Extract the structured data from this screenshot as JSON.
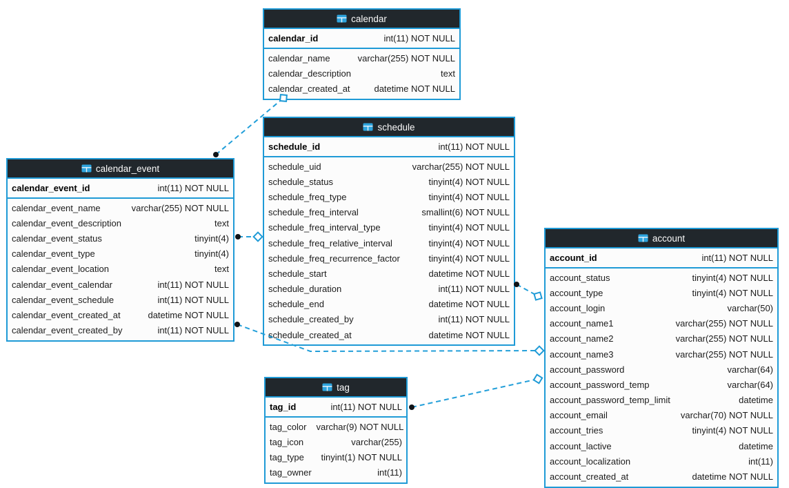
{
  "diagram": {
    "colors": {
      "table_border": "#1e9ad6",
      "header_bg": "#21272c",
      "header_text": "#fafafa",
      "row_bg": "#fcfcfc",
      "relation_line": "#239fd9",
      "icon_blue": "#2ea4de"
    },
    "tables": [
      {
        "name": "calendar",
        "primary_key": {
          "name": "calendar_id",
          "type": "int(11) NOT NULL"
        },
        "columns": [
          {
            "name": "calendar_name",
            "type": "varchar(255) NOT NULL"
          },
          {
            "name": "calendar_description",
            "type": "text"
          },
          {
            "name": "calendar_created_at",
            "type": "datetime NOT NULL"
          }
        ]
      },
      {
        "name": "schedule",
        "primary_key": {
          "name": "schedule_id",
          "type": "int(11) NOT NULL"
        },
        "columns": [
          {
            "name": "schedule_uid",
            "type": "varchar(255) NOT NULL"
          },
          {
            "name": "schedule_status",
            "type": "tinyint(4) NOT NULL"
          },
          {
            "name": "schedule_freq_type",
            "type": "tinyint(4) NOT NULL"
          },
          {
            "name": "schedule_freq_interval",
            "type": "smallint(6) NOT NULL"
          },
          {
            "name": "schedule_freq_interval_type",
            "type": "tinyint(4) NOT NULL"
          },
          {
            "name": "schedule_freq_relative_interval",
            "type": "tinyint(4) NOT NULL"
          },
          {
            "name": "schedule_freq_recurrence_factor",
            "type": "tinyint(4) NOT NULL"
          },
          {
            "name": "schedule_start",
            "type": "datetime NOT NULL"
          },
          {
            "name": "schedule_duration",
            "type": "int(11) NOT NULL"
          },
          {
            "name": "schedule_end",
            "type": "datetime NOT NULL"
          },
          {
            "name": "schedule_created_by",
            "type": "int(11) NOT NULL"
          },
          {
            "name": "schedule_created_at",
            "type": "datetime NOT NULL"
          }
        ]
      },
      {
        "name": "calendar_event",
        "primary_key": {
          "name": "calendar_event_id",
          "type": "int(11) NOT NULL"
        },
        "columns": [
          {
            "name": "calendar_event_name",
            "type": "varchar(255) NOT NULL"
          },
          {
            "name": "calendar_event_description",
            "type": "text"
          },
          {
            "name": "calendar_event_status",
            "type": "tinyint(4)"
          },
          {
            "name": "calendar_event_type",
            "type": "tinyint(4)"
          },
          {
            "name": "calendar_event_location",
            "type": "text"
          },
          {
            "name": "calendar_event_calendar",
            "type": "int(11) NOT NULL"
          },
          {
            "name": "calendar_event_schedule",
            "type": "int(11) NOT NULL"
          },
          {
            "name": "calendar_event_created_at",
            "type": "datetime NOT NULL"
          },
          {
            "name": "calendar_event_created_by",
            "type": "int(11) NOT NULL"
          }
        ]
      },
      {
        "name": "account",
        "primary_key": {
          "name": "account_id",
          "type": "int(11) NOT NULL"
        },
        "columns": [
          {
            "name": "account_status",
            "type": "tinyint(4) NOT NULL"
          },
          {
            "name": "account_type",
            "type": "tinyint(4) NOT NULL"
          },
          {
            "name": "account_login",
            "type": "varchar(50)"
          },
          {
            "name": "account_name1",
            "type": "varchar(255) NOT NULL"
          },
          {
            "name": "account_name2",
            "type": "varchar(255) NOT NULL"
          },
          {
            "name": "account_name3",
            "type": "varchar(255) NOT NULL"
          },
          {
            "name": "account_password",
            "type": "varchar(64)"
          },
          {
            "name": "account_password_temp",
            "type": "varchar(64)"
          },
          {
            "name": "account_password_temp_limit",
            "type": "datetime"
          },
          {
            "name": "account_email",
            "type": "varchar(70) NOT NULL"
          },
          {
            "name": "account_tries",
            "type": "tinyint(4) NOT NULL"
          },
          {
            "name": "account_lactive",
            "type": "datetime"
          },
          {
            "name": "account_localization",
            "type": "int(11)"
          },
          {
            "name": "account_created_at",
            "type": "datetime NOT NULL"
          }
        ]
      },
      {
        "name": "tag",
        "primary_key": {
          "name": "tag_id",
          "type": "int(11) NOT NULL"
        },
        "columns": [
          {
            "name": "tag_color",
            "type": "varchar(9) NOT NULL"
          },
          {
            "name": "tag_icon",
            "type": "varchar(255)"
          },
          {
            "name": "tag_type",
            "type": "tinyint(1) NOT NULL"
          },
          {
            "name": "tag_owner",
            "type": "int(11)"
          }
        ]
      }
    ],
    "relations": [
      {
        "from_table": "calendar_event",
        "to_table": "calendar",
        "from_marker": "dot",
        "to_marker": "diamond",
        "style": "dashed"
      },
      {
        "from_table": "calendar_event",
        "to_table": "schedule",
        "from_marker": "dot",
        "to_marker": "diamond",
        "style": "dashed"
      },
      {
        "from_table": "schedule",
        "to_table": "account",
        "from_marker": "dot",
        "to_marker": "diamond",
        "style": "dashed"
      },
      {
        "from_table": "calendar_event",
        "to_table": "account",
        "from_marker": "dot",
        "to_marker": "diamond",
        "style": "dashed"
      },
      {
        "from_table": "tag",
        "to_table": "account",
        "from_marker": "dot",
        "to_marker": "diamond",
        "style": "dashed"
      }
    ]
  }
}
